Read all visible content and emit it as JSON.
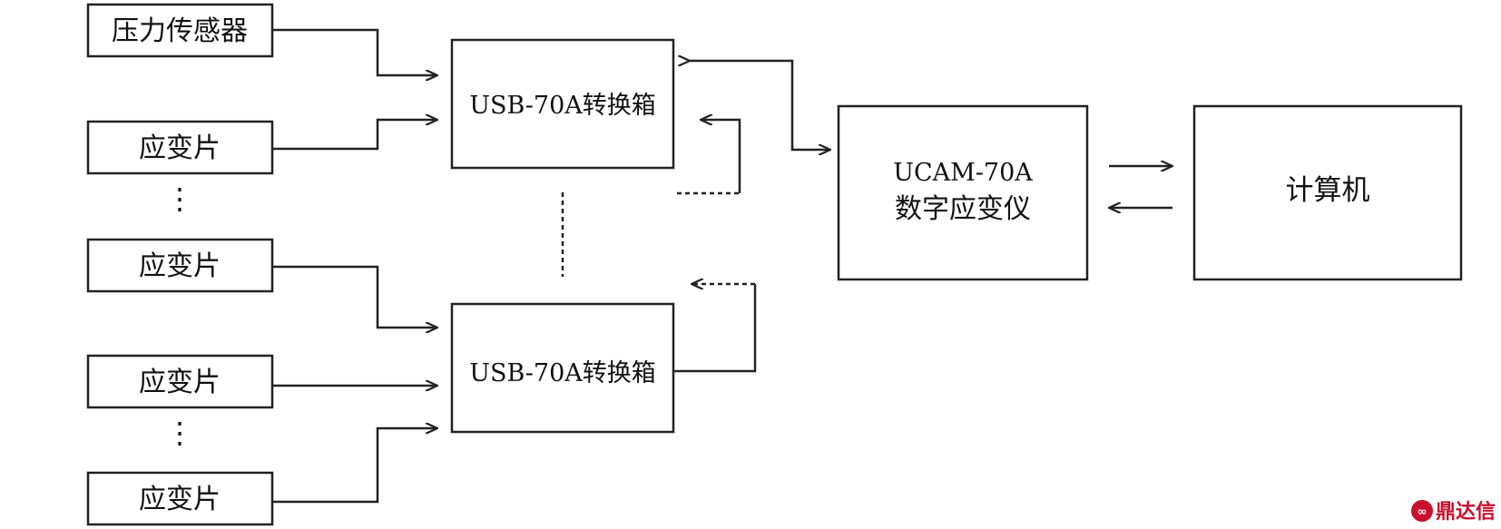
{
  "sensors": {
    "pressure": "压力传感器",
    "strain_1": "应变片",
    "strain_2": "应变片",
    "strain_3": "应变片",
    "strain_4": "应变片",
    "ellipsis": "⋮"
  },
  "converters": {
    "top": "USB-70A转换箱",
    "bottom": "USB-70A转换箱"
  },
  "instrument": {
    "line1": "UCAM-70A",
    "line2": "数字应变仪"
  },
  "computer": "计算机",
  "watermark": {
    "text": "鼎达信",
    "color": "#c8102e"
  }
}
